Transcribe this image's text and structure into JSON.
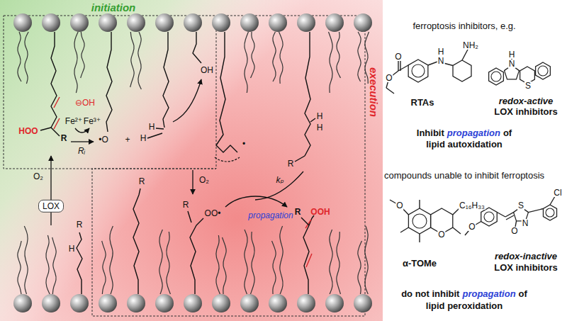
{
  "diagram": {
    "nodes": [
      {
        "text": [
          "LOX"
        ]
      }
    ],
    "labels": [
      "initiation",
      "execution",
      "HOO",
      "R",
      "Fe²⁺",
      "Fe³⁺",
      "Rᵢ",
      "•O",
      "+",
      "H",
      "H",
      "⊖OH",
      "OH",
      "•",
      "H",
      "H",
      "R",
      "O₂",
      "R",
      "H",
      "R",
      "O₂",
      "kₚ",
      "propagation",
      "R",
      "OO•",
      "R",
      "OOH",
      "ferroptosis inhibitors, e.g.",
      "O",
      "O",
      "H",
      "N",
      "NH₂",
      "RTAs",
      "H",
      "N",
      "S",
      "redox-active",
      "LOX inhibitors",
      "Inhibit",
      "propagation",
      "of",
      "lipid autoxidation",
      "compounds unable to inhibit ferroptosis",
      "O",
      "O",
      "C₁₆H₃₃",
      "α-TOMe",
      "O",
      "S",
      "N",
      "O",
      "Cl",
      "redox-inactive",
      "LOX inhibitors",
      "do not inhibit",
      "propagation",
      "of",
      "lipid peroxidation"
    ]
  }
}
